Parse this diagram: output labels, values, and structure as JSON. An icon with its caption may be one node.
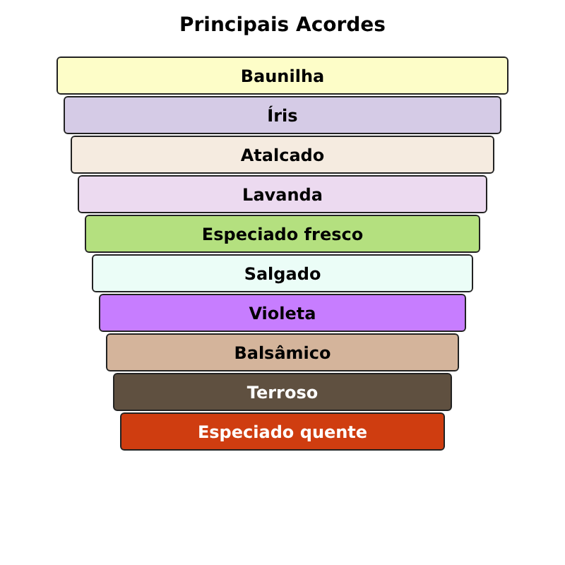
{
  "diagram": {
    "title": "Principais Acordes",
    "nodes": [
      {
        "text": [
          "Baunilha"
        ]
      },
      {
        "text": [
          "Íris"
        ]
      },
      {
        "text": [
          "Atalcado"
        ]
      },
      {
        "text": [
          "Lavanda"
        ]
      },
      {
        "text": [
          "Especiado fresco"
        ]
      },
      {
        "text": [
          "Salgado"
        ]
      },
      {
        "text": [
          "Violeta"
        ]
      },
      {
        "text": [
          "Balsâmico"
        ]
      },
      {
        "text": [
          "Terroso"
        ]
      },
      {
        "text": [
          "Especiado quente"
        ]
      }
    ]
  }
}
